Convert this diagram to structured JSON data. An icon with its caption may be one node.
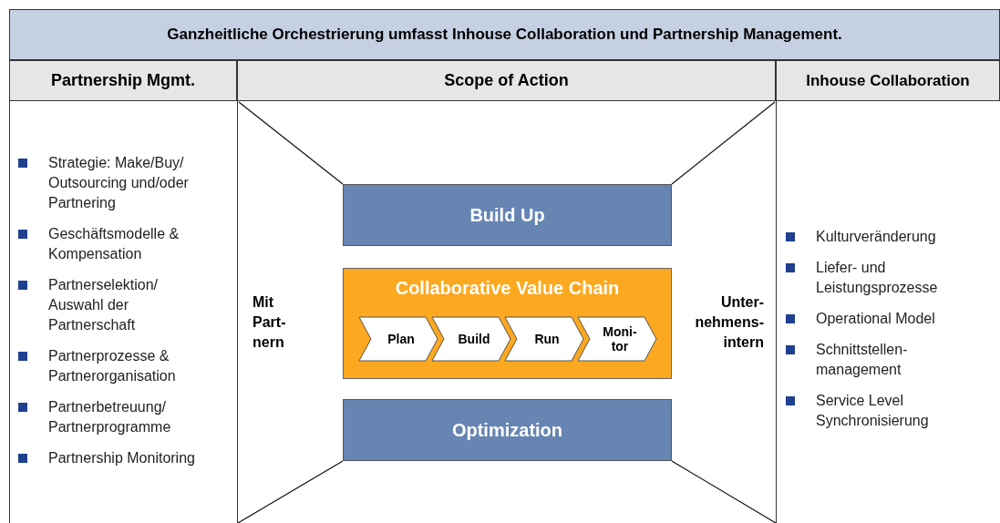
{
  "diagram": {
    "title": "Ganzheitliche Orchestrierung umfasst Inhouse Collaboration und Partnership Management.",
    "nodes": [
      {
        "text": [
          "Build Up"
        ]
      },
      {
        "text": [
          "Collaborative Value Chain"
        ]
      },
      {
        "text": [
          "Plan"
        ],
        "in": 1
      },
      {
        "text": [
          "Build"
        ],
        "in": 1
      },
      {
        "text": [
          "Run"
        ],
        "in": 1
      },
      {
        "text": [
          "Moni- tor"
        ],
        "in": 1
      },
      {
        "text": [
          "Optimization"
        ]
      }
    ],
    "labels": [
      "Partnership Mgmt.",
      "Scope of Action",
      "Inhouse Collaboration",
      "Strategie: Make/Buy/ Outsourcing und/oder Partnering",
      "Geschäftsmodelle & Kompensation",
      "Partnerselektion/ Auswahl der Partnerschaft",
      "Partnerprozesse & Partnerorganisation",
      "Partnerbetreuung/ Partnerprogramme",
      "Partnership Monitoring",
      "Mit Part- nern",
      "Unter- nehmens- intern",
      "Kulturveränderung",
      "Liefer- und Leistungsprozesse",
      "Operational Model",
      "Schnittstellen- management",
      "Service Level Synchronisierung"
    ]
  }
}
